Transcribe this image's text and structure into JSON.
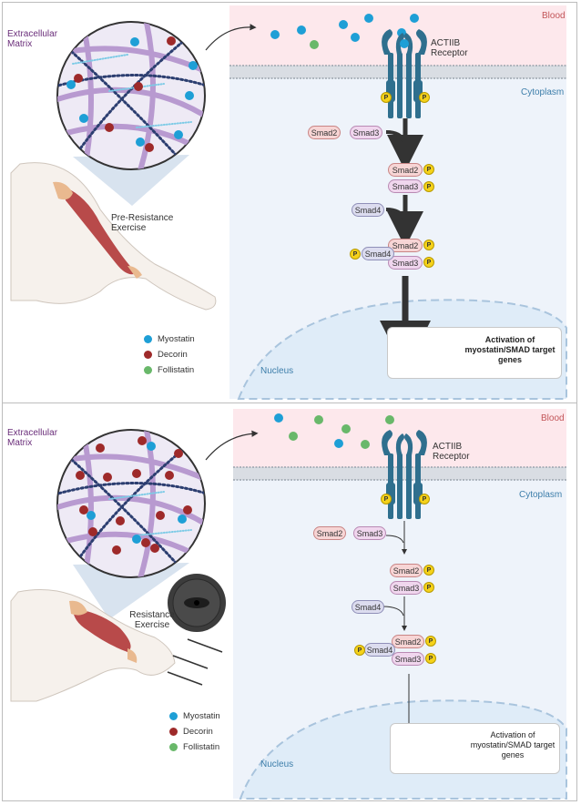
{
  "colors": {
    "myostatin": "#1e9fd6",
    "decorin": "#9e2a2a",
    "follistatin": "#69b86a",
    "blood_bg": "#fde8ec",
    "cytoplasm_bg": "#eef3fa",
    "nucleus_bg": "#dfecf8",
    "receptor": "#2f6f8e"
  },
  "panels": [
    {
      "id": "pre",
      "ecm_label": "Extracellular Matrix",
      "exercise_label": "Pre-Resistance Exercise",
      "blood_label": "Blood",
      "cytoplasm_label": "Cytoplasm",
      "nucleus_label": "Nucleus",
      "receptor_label": "ACTIIB Receptor",
      "smad2": "Smad2",
      "smad3": "Smad3",
      "smad4": "Smad4",
      "p": "P",
      "gene_text": "Activation of myostatin/SMAD target genes",
      "legend": [
        {
          "label": "Myostatin",
          "color_key": "myostatin"
        },
        {
          "label": "Decorin",
          "color_key": "decorin"
        },
        {
          "label": "Follistatin",
          "color_key": "follistatin"
        }
      ]
    },
    {
      "id": "post",
      "ecm_label": "Extracellular Matrix",
      "exercise_label": "Resistance Exercise",
      "blood_label": "Blood",
      "cytoplasm_label": "Cytoplasm",
      "nucleus_label": "Nucleus",
      "receptor_label": "ACTIIB Receptor",
      "smad2": "Smad2",
      "smad3": "Smad3",
      "smad4": "Smad4",
      "p": "P",
      "gene_text": "Activation of myostatin/SMAD target genes",
      "legend": [
        {
          "label": "Myostatin",
          "color_key": "myostatin"
        },
        {
          "label": "Decorin",
          "color_key": "decorin"
        },
        {
          "label": "Follistatin",
          "color_key": "follistatin"
        }
      ]
    }
  ]
}
